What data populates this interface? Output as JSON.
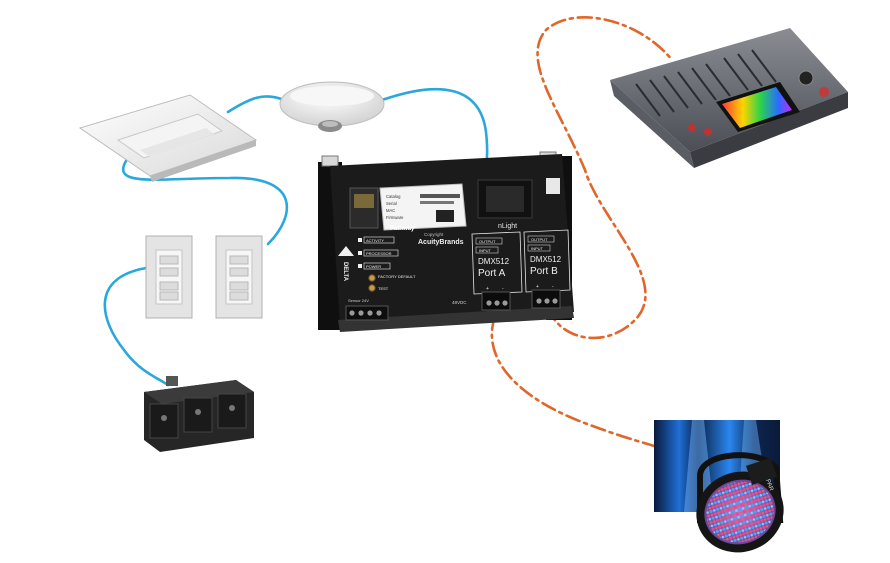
{
  "colors": {
    "nlight_wire": "#2aa7dc",
    "dmx_wire": "#e0662a",
    "controller_body": "#1b1b1b"
  },
  "controller": {
    "sticker_lines": [
      "Catalog",
      "Serial",
      "MAC",
      "Firmware"
    ],
    "brand_label": "Pathway",
    "copyright_label": "Copyright",
    "company_label": "AcuityBrands",
    "nlight_label": "nLight",
    "side_brand": "DELTA",
    "status_labels": [
      "ACTIVITY",
      "PROCESSOR",
      "POWER"
    ],
    "factory_label": "FACTORY\nDEFAULT",
    "test_label": "TEST",
    "bottom_left_label": "Sensor 24V",
    "bottom_center_label": "48VDC",
    "port_a": {
      "protocol": "DMX512",
      "name": "Port A",
      "output": "OUTPUT",
      "input": "INPUT"
    },
    "port_b": {
      "protocol": "DMX512",
      "name": "Port B",
      "output": "OUTPUT",
      "input": "INPUT"
    },
    "pin_signs": [
      "+",
      "-",
      "+",
      "-"
    ]
  },
  "fixture": {
    "label": "PAR"
  }
}
